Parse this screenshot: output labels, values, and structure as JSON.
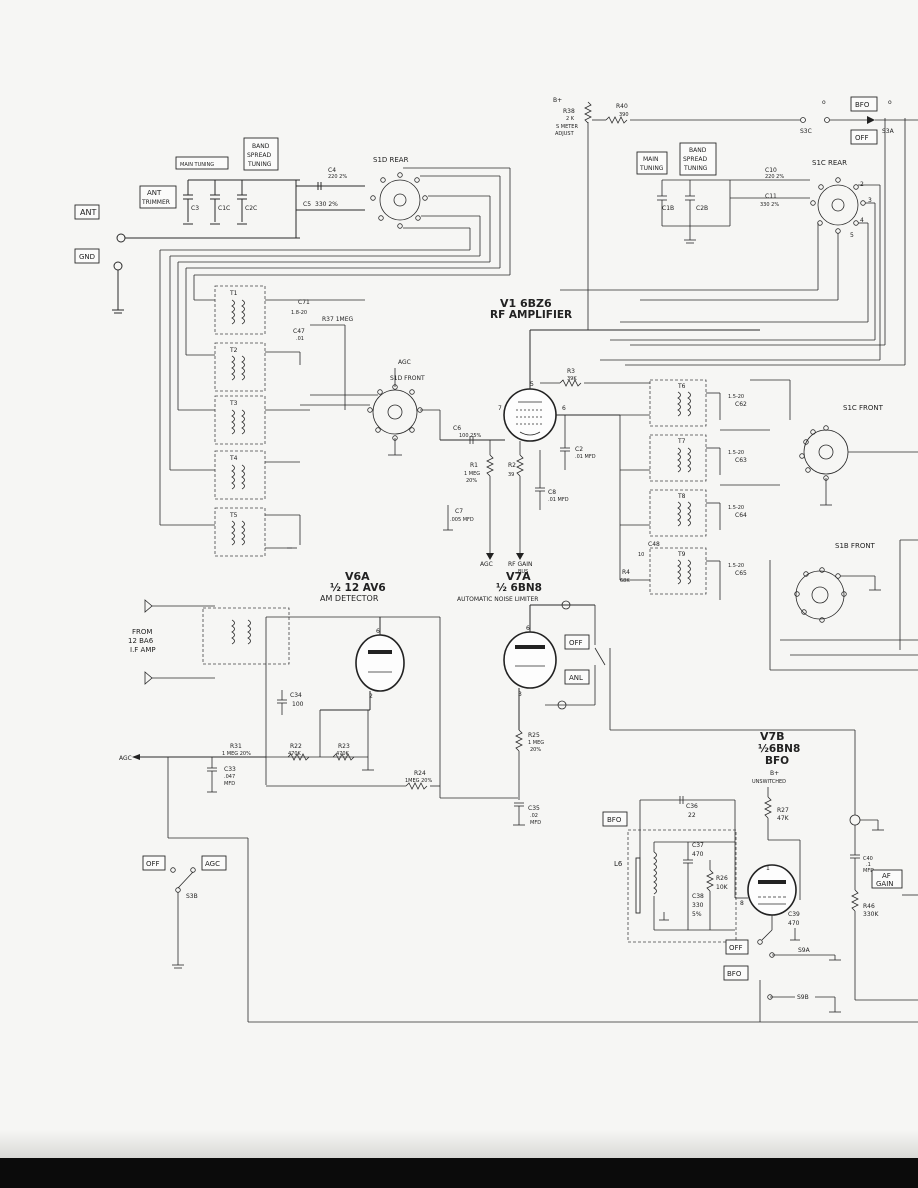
{
  "labels": {
    "ant": "ANT",
    "gnd": "GND",
    "ant_trimmer_1": "ANT",
    "ant_trimmer_2": "TRIMMER",
    "main_tuning_left": "MAIN TUNING",
    "band_spread_left_1": "BAND",
    "band_spread_left_2": "SPREAD",
    "band_spread_left_3": "TUNING",
    "c3": "C3",
    "c1c": "C1C",
    "c2c": "C2C",
    "c4": "C4",
    "c4_val": "220 2%",
    "c5": "C5",
    "c5_val": "330 2%",
    "s1d_rear": "S1D REAR",
    "b_plus_top": "B+",
    "r38": "R38",
    "r38_val": "2 K",
    "s_meter_1": "S METER",
    "s_meter_2": "ADJUST",
    "r40": "R40",
    "r40_val": "390",
    "bfo_top": "BFO",
    "off_top": "OFF",
    "s3c": "S3C",
    "s3a": "S3A",
    "main_tuning_right_1": "MAIN",
    "main_tuning_right_2": "TUNING",
    "band_spread_right_1": "BAND",
    "band_spread_right_2": "SPREAD",
    "band_spread_right_3": "TUNING",
    "c1b": "C1B",
    "c2b": "C2B",
    "c10": "C10",
    "c10_val": "220 2%",
    "c11": "C11",
    "c11_val": "330 2%",
    "s1c_rear": "S1C REAR",
    "v1_title": "V1 6BZ6",
    "v1_sub": "RF AMPLIFIER",
    "t1": "T1",
    "t2": "T2",
    "t3": "T3",
    "t4": "T4",
    "t5": "T5",
    "c71": "C71",
    "c71_val": "1.8-20",
    "c47": "C47",
    "c47_val": ".01",
    "r37": "R37 1MEG",
    "agc_top": "AGC",
    "s1d_front": "S1D FRONT",
    "r3": "R3",
    "r3_val": "39K",
    "c6": "C6",
    "c6_val": "100 25%",
    "r1": "R1",
    "r1_val": "1 MEG",
    "r1_tol": "20%",
    "r2": "R2",
    "r2_val": "39",
    "c2": "C2",
    "c2_val": ".01 MFD",
    "c8": "C8",
    "c8_val": ".01 MFD",
    "c7": "C7",
    "c7_val": ".005 MFD",
    "agc_mid": "AGC",
    "rf_gain_1": "RF GAIN",
    "rf_gain_2": "BUS",
    "t6": "T6",
    "t7": "T7",
    "t8": "T8",
    "t9": "T9",
    "c62": "C62",
    "c62_val": "1.5-20",
    "c63": "C63",
    "c63_val": "1.5-20",
    "c64": "C64",
    "c64_val": "1.5-20",
    "c65": "C65",
    "c65_val": "1.5-20",
    "c48": "C48",
    "c48_val": "10",
    "r4": "R4",
    "r4_val": "68K",
    "s1c_front": "S1C FRONT",
    "s1b_front": "S1B FRONT",
    "v6a_title": "V6A",
    "v6a_tube": "½ 12 AV6",
    "v6a_sub": "AM DETECTOR",
    "v7a_title": "V7A",
    "v7a_tube": "½ 6BN8",
    "v7a_sub": "AUTOMATIC NOISE LIMITER",
    "from_1": "FROM",
    "from_2": "12 BA6",
    "from_3": "I.F AMP",
    "off_anl": "OFF",
    "anl": "ANL",
    "c34": "C34",
    "c34_val": "100",
    "agc_left": "AGC",
    "r31": "R31",
    "r31_val": "1 MEG 20%",
    "r22": "R22",
    "r22_val": "470K",
    "r23": "R23",
    "r23_val": "470K",
    "c33": "C33",
    "c33_val": ".047",
    "c33_unit": "MFD",
    "r24": "R24",
    "r24_val": "1MEG 20%",
    "r25": "R25",
    "r25_val": "1 MEG",
    "r25_tol": "20%",
    "c35": "C35",
    "c35_val": ".02",
    "c35_unit": "MFD",
    "off_agc": "OFF",
    "agc_sw": "AGC",
    "s3b": "S3B",
    "v7b_title": "V7B",
    "v7b_tube": "½6BN8",
    "v7b_sub": "BFO",
    "b_plus_unsw_1": "B+",
    "b_plus_unsw_2": "UNSWITCHED",
    "r27": "R27",
    "r27_val": "47K",
    "c36": "C36",
    "c36_val": "22",
    "bfo_box": "BFO",
    "c37": "C37",
    "c37_val": "470",
    "r26": "R26",
    "r26_val": "10K",
    "c38": "C38",
    "c38_val": "330",
    "c38_tol": "5%",
    "l6": "L6",
    "c39": "C39",
    "c39_val": "470",
    "off_bfo": "OFF",
    "bfo_bfo": "BFO",
    "s9a": "S9A",
    "s9b": "S9B",
    "c40": "C40",
    "c40_val": ".1",
    "c40_unit": "MFD",
    "af_gain_1": "AF",
    "af_gain_2": "GAIN",
    "r46": "R46",
    "r46_val": "330K"
  }
}
